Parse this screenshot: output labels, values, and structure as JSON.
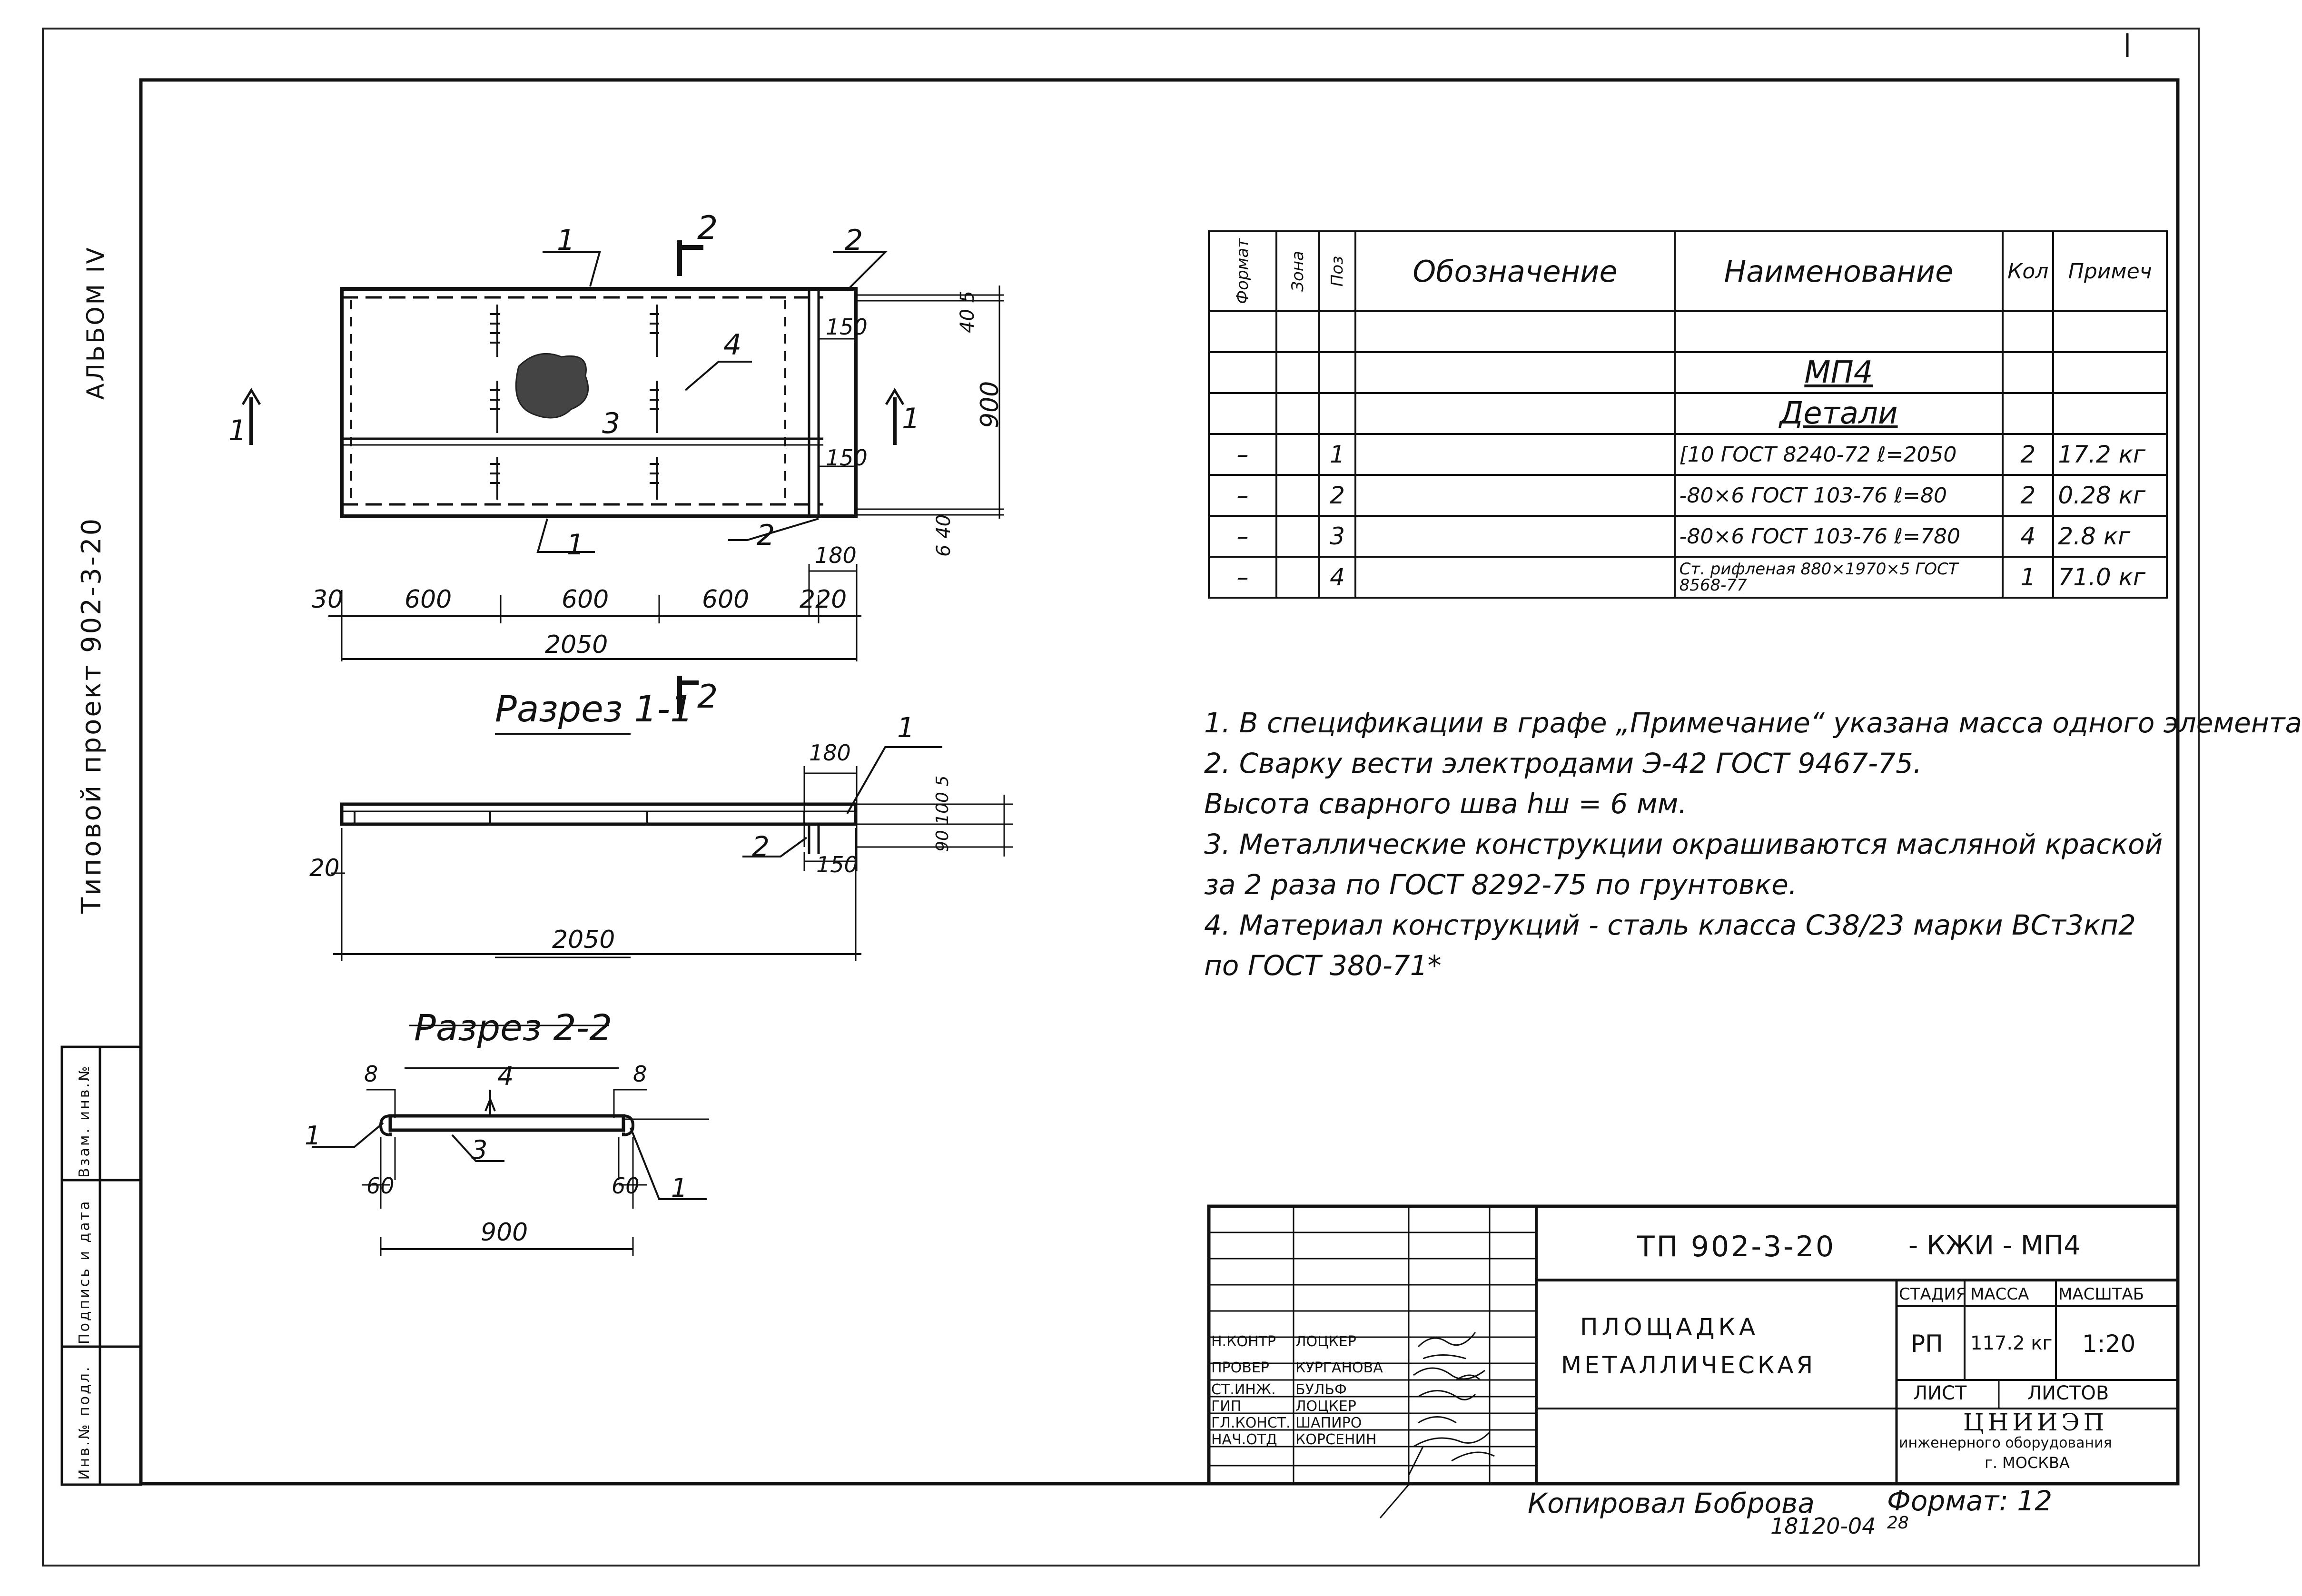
{
  "sheet": {
    "left_margin": {
      "album": "АЛЬБОМ IV",
      "project": "Типовой проект  902-3-20",
      "stamp_cells": [
        "Инв.№ подл.",
        "Подпись и дата",
        "Взам. инв.№"
      ]
    }
  },
  "plan": {
    "marks": {
      "pos1_top": "1",
      "pos2_top": "2",
      "pos4": "4",
      "pos3": "3",
      "pos2_bottom": "2",
      "pos1_bottom": "1",
      "section1_left": "1",
      "section1_right": "1",
      "section2_top": "2"
    },
    "dims": {
      "d30": "30",
      "d600a": "600",
      "d600b": "600",
      "d600c": "600",
      "d220": "220",
      "d2050": "2050",
      "d150a": "150",
      "d150b": "150",
      "d180": "180",
      "d900": "900",
      "d40_5": "40 5",
      "d6_40": "6 40"
    }
  },
  "section11": {
    "title": "Разрез 1-1",
    "section_mark": "2",
    "marks": {
      "pos1": "1",
      "pos2": "2"
    },
    "dims": {
      "d180": "180",
      "d150": "150",
      "d20": "20",
      "d2050": "2050",
      "dv": "90 100 5"
    }
  },
  "section22": {
    "title": "Разрез 2-2",
    "marks": {
      "pos4": "4",
      "pos3": "3",
      "pos1_left": "1",
      "pos1_right": "1"
    },
    "dims": {
      "d8a": "8",
      "d8b": "8",
      "d60a": "60",
      "d60b": "60",
      "d900": "900"
    }
  },
  "spec_table": {
    "headers": {
      "format": "Формат",
      "zone": "Зона",
      "pos": "Поз",
      "designation": "Обозначение",
      "name": "Наименование",
      "qty": "Кол",
      "note": "Примеч"
    },
    "group": "МП4",
    "subgroup": "Детали",
    "rows": [
      {
        "format": "–",
        "pos": "1",
        "name": "[10 ГОСТ 8240-72 ℓ=2050",
        "qty": "2",
        "note": "17.2 кг"
      },
      {
        "format": "–",
        "pos": "2",
        "name": "-80×6 ГОСТ 103-76 ℓ=80",
        "qty": "2",
        "note": "0.28 кг"
      },
      {
        "format": "–",
        "pos": "3",
        "name": "-80×6 ГОСТ 103-76 ℓ=780",
        "qty": "4",
        "note": "2.8 кг"
      },
      {
        "format": "–",
        "pos": "4",
        "name": "Ст. рифленая 880×1970×5 ГОСТ 8568-77",
        "qty": "1",
        "note": "71.0 кг"
      }
    ]
  },
  "notes": [
    "1. В спецификации в графе „Примечание“ указана масса одного элемента",
    "2. Сварку вести электродами Э-42 ГОСТ 9467-75.",
    "    Высота сварного шва hш = 6 мм.",
    "3. Металлические конструкции окрашиваются масляной краской",
    "    за 2 раза по ГОСТ 8292-75 по грунтовке.",
    "4. Материал конструкций - сталь класса С38/23 марки ВСт3кп2",
    "    по ГОСТ 380-71*"
  ],
  "title_block": {
    "code": "ТП 902-3-20",
    "suffix": "- КЖИ - МП4",
    "title_line1": "ПЛОЩАДКА",
    "title_line2": "МЕТАЛЛИЧЕСКАЯ",
    "stage_label": "СТАДИЯ",
    "mass_label": "МАССА",
    "scale_label": "МАСШТАБ",
    "stage": "РП",
    "mass": "117.2 кг",
    "scale": "1:20",
    "sheet_label": "ЛИСТ",
    "sheets_label": "ЛИСТОВ",
    "org1": "ЦНИИЭП",
    "org2": "инженерного оборудования",
    "org3": "г. МОСКВА",
    "roles": [
      "Н.КОНТР",
      "ПРОВЕР",
      "СТ.ИНЖ.",
      "ГИП",
      "ГЛ.КОНСТ.",
      "НАЧ.ОТД"
    ],
    "names": [
      "ЛОЦКЕР",
      "КУРГАНОВА",
      "БУЛЬФ",
      "ЛОЦКЕР",
      "ШАПИРО",
      "КОРСЕНИН"
    ]
  },
  "footer": {
    "copied": "Копировал Боброва",
    "number": "18120-04",
    "number_small": "28",
    "format": "Формат: 12"
  }
}
